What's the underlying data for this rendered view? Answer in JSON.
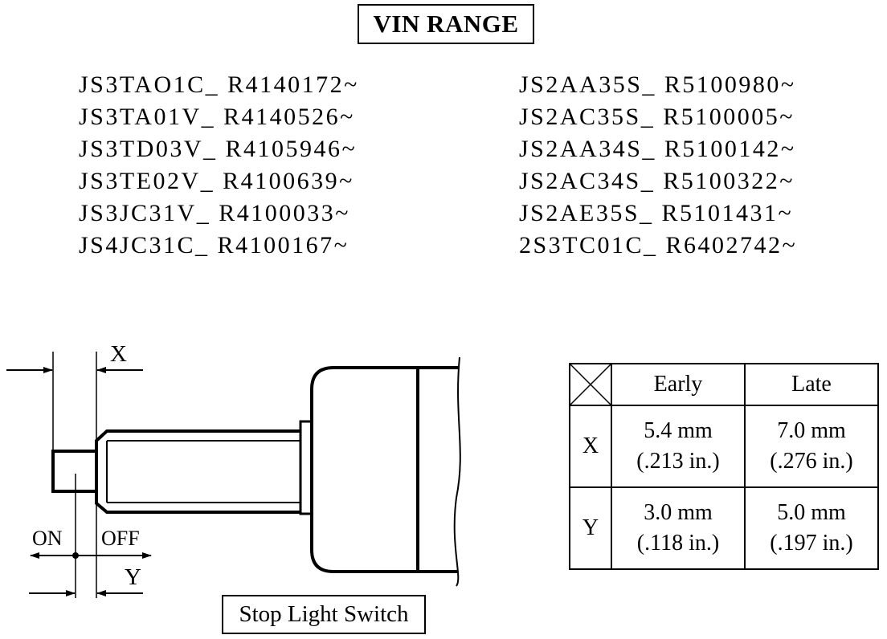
{
  "title": "VIN RANGE",
  "vin_left": [
    "JS3TAO1C_ R4140172~",
    "JS3TA01V_ R4140526~",
    "JS3TD03V_ R4105946~",
    "JS3TE02V_ R4100639~",
    "JS3JC31V_ R4100033~",
    "JS4JC31C_ R4100167~"
  ],
  "vin_right": [
    "JS2AA35S_ R5100980~",
    "JS2AC35S_ R5100005~",
    "JS2AA34S_ R5100142~",
    "JS2AC34S_ R5100322~",
    "JS2AE35S_ R5101431~",
    "2S3TC01C_ R6402742~"
  ],
  "diagram": {
    "label_x": "X",
    "label_y": "Y",
    "label_on": "ON",
    "label_off": "OFF",
    "caption": "Stop Light Switch"
  },
  "table": {
    "headers": [
      "Early",
      "Late"
    ],
    "rows": [
      {
        "label": "X",
        "early_mm": "5.4 mm",
        "early_in": "(.213 in.)",
        "late_mm": "7.0 mm",
        "late_in": "(.276 in.)"
      },
      {
        "label": "Y",
        "early_mm": "3.0 mm",
        "early_in": "(.118 in.)",
        "late_mm": "5.0 mm",
        "late_in": "(.197 in.)"
      }
    ]
  }
}
